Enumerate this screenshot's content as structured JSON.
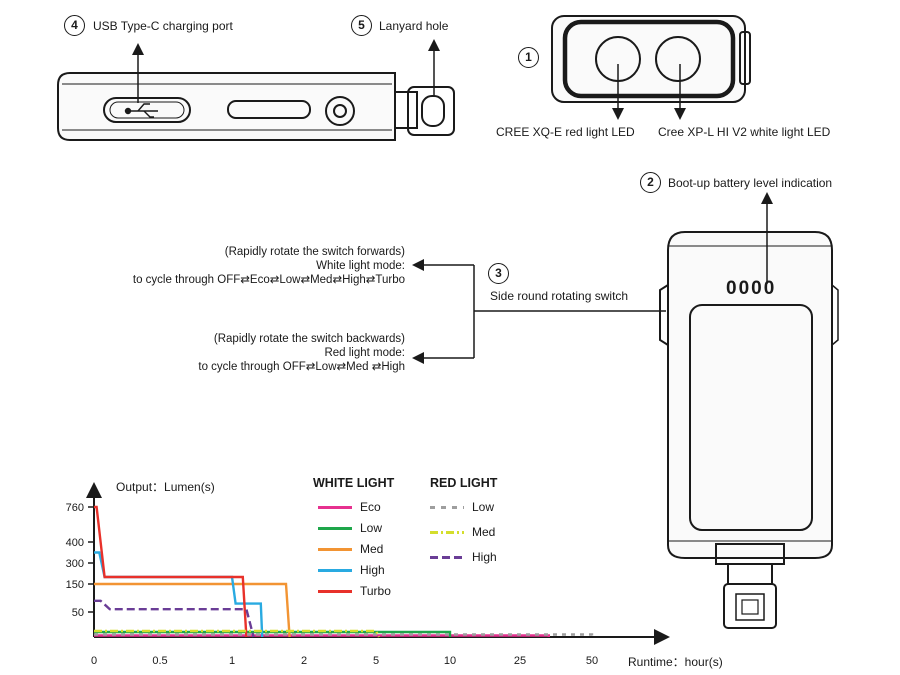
{
  "callouts": {
    "usb": {
      "num": "4",
      "text": "USB Type-C charging port"
    },
    "lanyard": {
      "num": "5",
      "text": "Lanyard hole"
    },
    "led": {
      "num": "1",
      "red_text": "CREE XQ-E red light LED",
      "white_text": "Cree XP-L HI V2 white light LED"
    },
    "battery": {
      "num": "2",
      "text": "Boot-up battery level indication",
      "display": "0000"
    },
    "switch": {
      "num": "3",
      "text": "Side round rotating switch"
    }
  },
  "modes": {
    "white": {
      "line1": "(Rapidly rotate the switch forwards)",
      "line2": "White light mode:",
      "line3": "to cycle through OFF⇄Eco⇄Low⇄Med⇄High⇄Turbo"
    },
    "red": {
      "line1": "(Rapidly rotate the switch backwards)",
      "line2": "Red light mode:",
      "line3": "to cycle through OFF⇄Low⇄Med ⇄High"
    }
  },
  "chart_data": {
    "type": "line",
    "ylabel": "Output：Lumen(s)",
    "xlabel": "Runtime：hour(s)",
    "y_ticks": [
      "760",
      "400",
      "300",
      "150",
      "50"
    ],
    "x_ticks": [
      "0",
      "0.5",
      "1",
      "2",
      "5",
      "10",
      "25",
      "50"
    ],
    "legend": {
      "white_title": "WHITE LIGHT",
      "red_title": "RED LIGHT",
      "white": [
        {
          "name": "Eco",
          "color": "#e6318f"
        },
        {
          "name": "Low",
          "color": "#1ea64a"
        },
        {
          "name": "Med",
          "color": "#f29433"
        },
        {
          "name": "High",
          "color": "#29aae1"
        },
        {
          "name": "Turbo",
          "color": "#e8312a"
        }
      ],
      "red": [
        {
          "name": "Low",
          "color": "#9e9e9e",
          "style": "dotted"
        },
        {
          "name": "Med",
          "color": "#d4de2c",
          "style": "dashdot"
        },
        {
          "name": "High",
          "color": "#6a3d96",
          "style": "dashed"
        }
      ]
    },
    "series": [
      {
        "name": "Eco",
        "color": "#e6318f",
        "points": [
          [
            0,
            3
          ],
          [
            35,
            3
          ],
          [
            35,
            0
          ]
        ]
      },
      {
        "name": "Low",
        "color": "#1ea64a",
        "points": [
          [
            0,
            10
          ],
          [
            10,
            10
          ],
          [
            10,
            0
          ]
        ]
      },
      {
        "name": "Med",
        "color": "#f29433",
        "points": [
          [
            0,
            150
          ],
          [
            1.75,
            150
          ],
          [
            1.8,
            0
          ]
        ]
      },
      {
        "name": "High",
        "color": "#29aae1",
        "points": [
          [
            0,
            350
          ],
          [
            0.04,
            350
          ],
          [
            0.08,
            200
          ],
          [
            1,
            200
          ],
          [
            1.05,
            80
          ],
          [
            1.4,
            80
          ],
          [
            1.42,
            0
          ]
        ]
      },
      {
        "name": "Turbo",
        "color": "#e8312a",
        "points": [
          [
            0,
            760
          ],
          [
            0.02,
            760
          ],
          [
            0.08,
            200
          ],
          [
            1.15,
            200
          ],
          [
            1.2,
            0
          ]
        ]
      },
      {
        "name": "Red Low",
        "color": "#9e9e9e",
        "style": "dotted",
        "points": [
          [
            0,
            5
          ],
          [
            50,
            5
          ],
          [
            50,
            0
          ]
        ]
      },
      {
        "name": "Red Med",
        "color": "#d4de2c",
        "style": "dashdot",
        "points": [
          [
            0,
            12
          ],
          [
            5,
            12
          ],
          [
            5.2,
            0
          ]
        ]
      },
      {
        "name": "Red High",
        "color": "#6a3d96",
        "style": "dashed",
        "points": [
          [
            0,
            90
          ],
          [
            0.05,
            90
          ],
          [
            0.12,
            60
          ],
          [
            1.2,
            60
          ],
          [
            1.3,
            0
          ]
        ]
      }
    ]
  }
}
